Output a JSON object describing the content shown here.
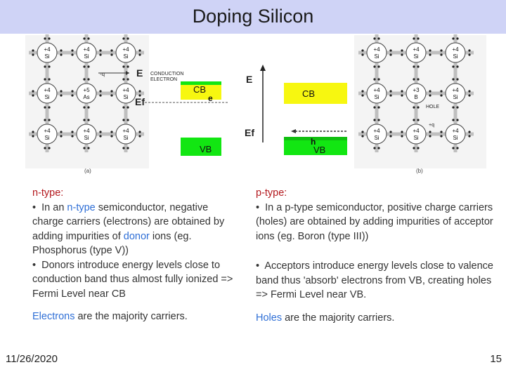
{
  "title": "Doping Silicon",
  "diagram": {
    "left_atoms": [
      {
        "num": "+4",
        "sym": "Si"
      },
      {
        "num": "+4",
        "sym": "Si"
      },
      {
        "num": "+4",
        "sym": "Si"
      },
      {
        "num": "+4",
        "sym": "Si"
      },
      {
        "num": "+5",
        "sym": "As"
      },
      {
        "num": "+4",
        "sym": "Si"
      },
      {
        "num": "+4",
        "sym": "Si"
      },
      {
        "num": "+4",
        "sym": "Si"
      },
      {
        "num": "+4",
        "sym": "Si"
      }
    ],
    "right_atoms": [
      {
        "num": "+4",
        "sym": "Si"
      },
      {
        "num": "+4",
        "sym": "Si"
      },
      {
        "num": "+4",
        "sym": "Si"
      },
      {
        "num": "+4",
        "sym": "Si"
      },
      {
        "num": "+3",
        "sym": "B"
      },
      {
        "num": "+4",
        "sym": "Si"
      },
      {
        "num": "+4",
        "sym": "Si"
      },
      {
        "num": "+4",
        "sym": "Si"
      },
      {
        "num": "+4",
        "sym": "Si"
      }
    ],
    "left": {
      "charge": "-q",
      "conduction_label_1": "CONDUCTION",
      "conduction_label_2": "ELECTRON",
      "energy_label": "E",
      "fermi_label": "Ef",
      "cb_label": "CB",
      "vb_label": "VB",
      "carrier": "e",
      "caption": "(a)"
    },
    "right": {
      "energy_label": "E",
      "fermi_label": "Ef",
      "cb_label": "CB",
      "vb_label": "VB",
      "carrier": "h",
      "hole_label": "HOLE",
      "charge": "+q",
      "caption": "(b)"
    },
    "colors": {
      "band_fill": "#12e612",
      "cb_fill": "#f7f710",
      "lattice": "#bfbfbf"
    }
  },
  "ntype": {
    "heading": "n-type:",
    "p1_a": "In an ",
    "p1_hl": "n-type",
    "p1_b": " semiconductor, negative charge carriers (electrons) are obtained by adding impurities of ",
    "p1_hl2": "donor",
    "p1_c": " ions (eg. Phosphorus (type V))",
    "p2": "Donors introduce energy levels close to conduction band thus almost fully ionized => Fermi Level near CB",
    "p3_hl": "Electrons",
    "p3_b": " are the majority carriers."
  },
  "ptype": {
    "heading": "p-type:",
    "p1": "In a p-type semiconductor, positive charge carriers (holes) are obtained by adding impurities of acceptor ions (eg. Boron (type III))",
    "p2": "Acceptors introduce energy levels close to valence band thus 'absorb' electrons from VB, creating holes => Fermi Level near VB.",
    "p3_hl": "Holes",
    "p3_b": " are the majority carriers."
  },
  "footer": {
    "date": "11/26/2020",
    "page": "15"
  }
}
